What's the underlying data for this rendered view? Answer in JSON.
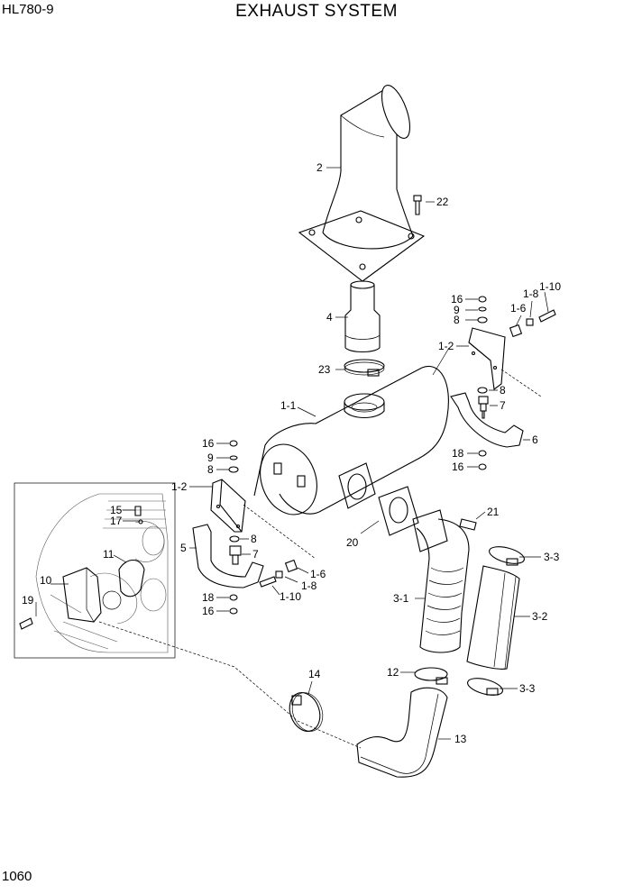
{
  "header": {
    "model": "HL780-9",
    "title": "EXHAUST SYSTEM"
  },
  "footer": {
    "page_number": "1060"
  },
  "callouts": {
    "c1_1": "1-1",
    "c1_2a": "1-2",
    "c1_2b": "1-2",
    "c1_6a": "1-6",
    "c1_6b": "1-6",
    "c1_8a": "1-8",
    "c1_8b": "1-8",
    "c1_10a": "1-10",
    "c1_10b": "1-10",
    "c2": "2",
    "c3_1": "3-1",
    "c3_2": "3-2",
    "c3_3a": "3-3",
    "c3_3b": "3-3",
    "c4": "4",
    "c5": "5",
    "c6": "6",
    "c7a": "7",
    "c7b": "7",
    "c8a": "8",
    "c8b": "8",
    "c8c": "8",
    "c8d": "8",
    "c9a": "9",
    "c9b": "9",
    "c10": "10",
    "c11": "11",
    "c12": "12",
    "c13": "13",
    "c14": "14",
    "c15": "15",
    "c16a": "16",
    "c16b": "16",
    "c16c": "16",
    "c16d": "16",
    "c17": "17",
    "c18a": "18",
    "c18b": "18",
    "c19": "19",
    "c20": "20",
    "c21": "21",
    "c22": "22",
    "c23": "23"
  }
}
